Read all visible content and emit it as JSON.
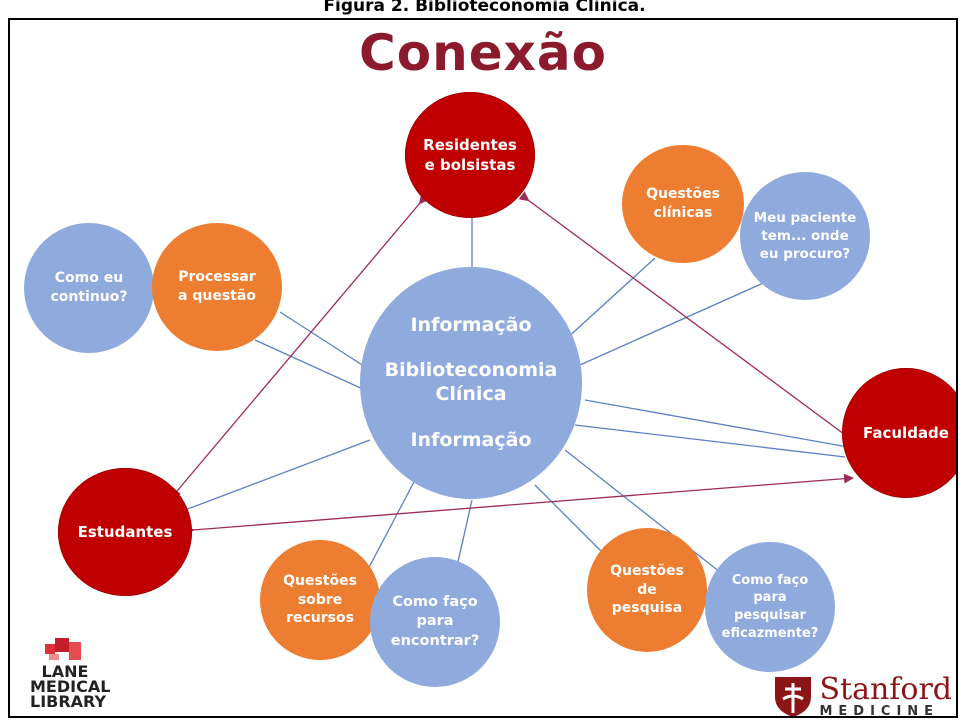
{
  "caption": "Figura 2. Biblioteconomia Clínica.",
  "title": "Conexão",
  "center": {
    "line1": "Informação",
    "line2": "Biblioteconomia\nClínica",
    "line3": "Informação"
  },
  "nodes": {
    "residentes": "Residentes\ne bolsistas",
    "faculdade": "Faculdade",
    "estudantes": "Estudantes",
    "questoes_clinicas": "Questões\nclínicas",
    "meu_paciente": "Meu paciente\ntem... onde\neu procuro?",
    "como_eu_continuo": "Como eu\ncontinuo?",
    "processar": "Processar\na questão",
    "questoes_recursos": "Questões\nsobre\nrecursos",
    "como_encontrar": "Como faço\npara\nencontrar?",
    "questoes_pesquisa": "Questões\nde\npesquisa",
    "como_pesquisar": "Como faço\npara\npesquisar\neficazmente?"
  },
  "logos": {
    "lane": "LANE\nMEDICAL\nLIBRARY",
    "stanford": "Stanford",
    "stanford_sub": "MEDICINE"
  },
  "colors": {
    "title": "#8b1a2c",
    "red": "#c00000",
    "orange": "#ed7d31",
    "blue": "#8faadc",
    "line": "#4472c4",
    "arrow": "#9e2a5a"
  }
}
